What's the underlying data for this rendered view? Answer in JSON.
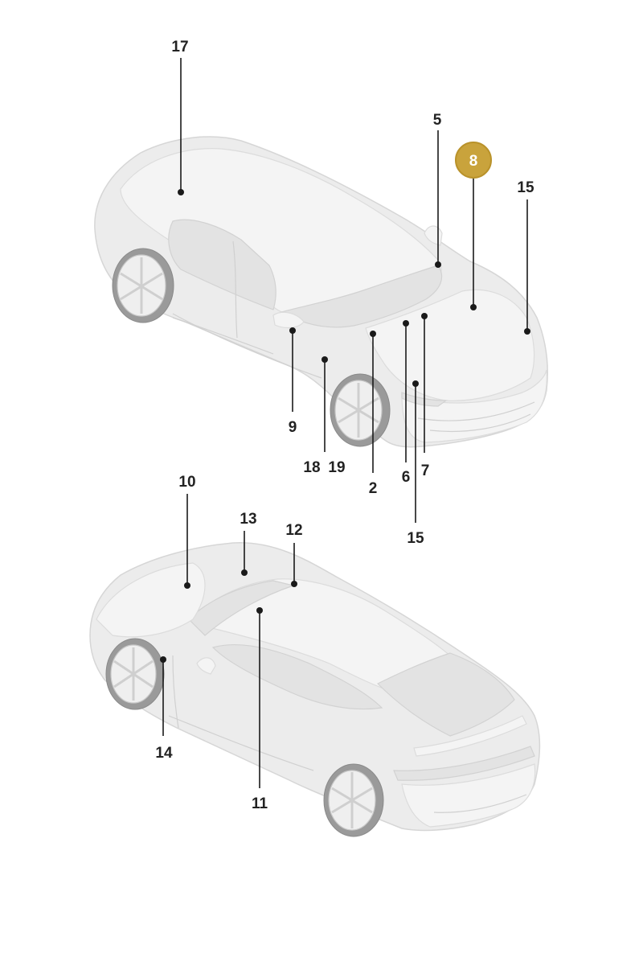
{
  "highlight_color": "#c9a33c",
  "callouts": {
    "c17": "17",
    "c5": "5",
    "c8": "8",
    "c15_top": "15",
    "c9": "9",
    "c18": "18",
    "c19": "19",
    "c2": "2",
    "c6": "6",
    "c7": "7",
    "c15_bottom": "15",
    "c10": "10",
    "c13": "13",
    "c12": "12",
    "c14": "14",
    "c11": "11"
  },
  "selected_callout": "8"
}
